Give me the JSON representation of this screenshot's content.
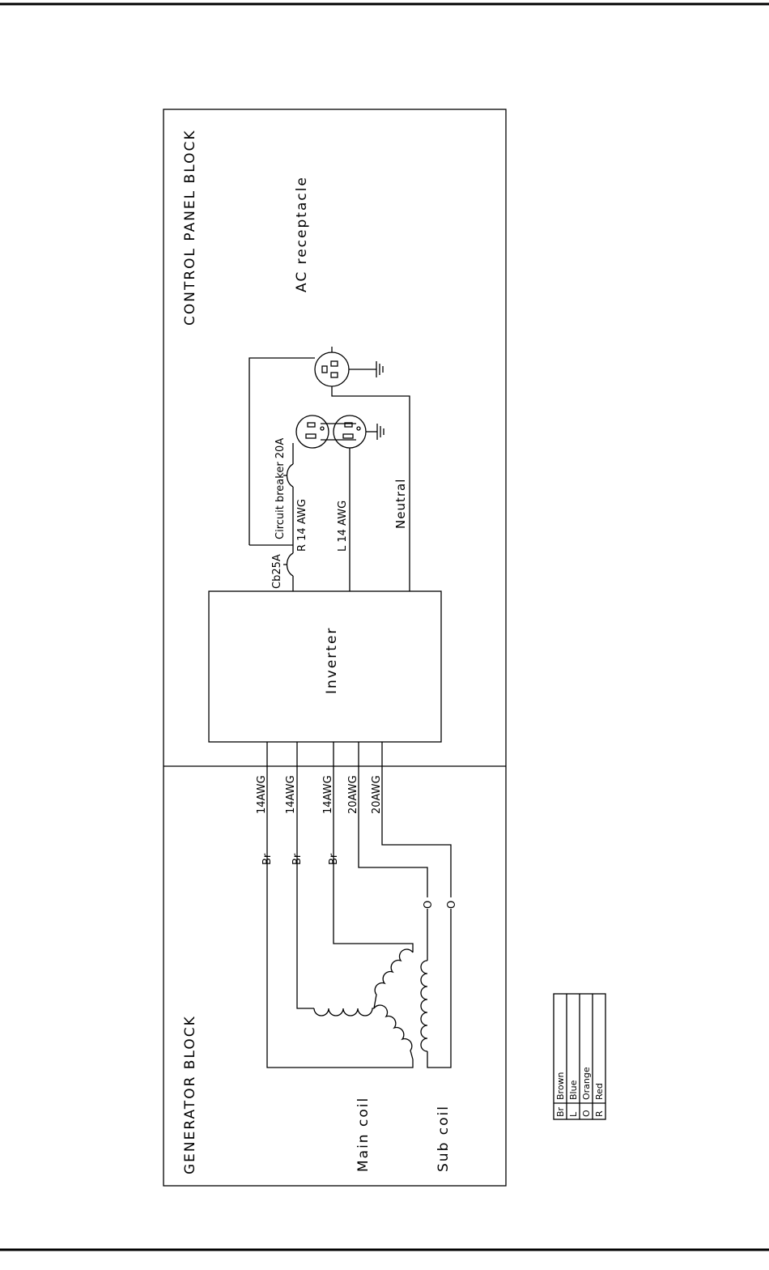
{
  "blocks": {
    "control_panel": "CONTROL PANEL BLOCK",
    "generator": "GENERATOR BLOCK"
  },
  "labels": {
    "ac_receptacle": "AC receptacle",
    "inverter": "Inverter",
    "circuit_breaker": "Circuit breaker 20A",
    "r_wire": "R 14 AWG",
    "l_wire": "L 14 AWG",
    "neutral": "Neutral",
    "cb25a": "Cb25A",
    "main_coil": "Main coil",
    "sub_coil": "Sub coil"
  },
  "gauges": [
    "14AWG",
    "14AWG",
    "14AWG",
    "20AWG",
    "20AWG"
  ],
  "wire_colors": [
    "Br",
    "Br",
    "Br",
    "O",
    "O"
  ],
  "legend": [
    {
      "code": "Br",
      "name": "Brown"
    },
    {
      "code": "L",
      "name": "Blue"
    },
    {
      "code": "O",
      "name": "Orange"
    },
    {
      "code": "R",
      "name": "Red"
    }
  ]
}
